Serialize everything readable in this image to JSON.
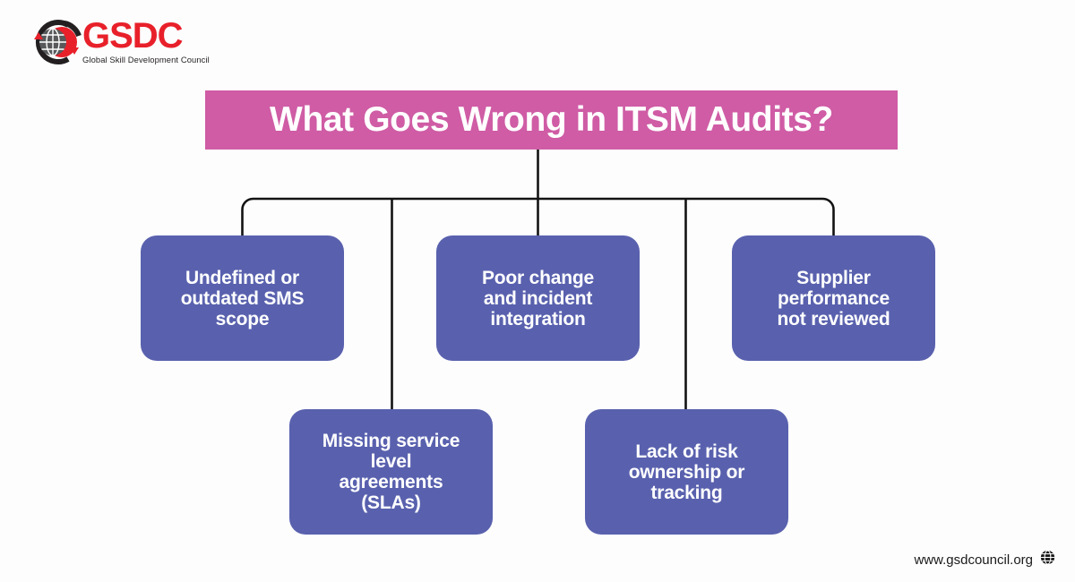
{
  "brand": {
    "logo_icon": "globe-logo-icon",
    "name": "GSDC",
    "tagline": "Global Skill Development Council",
    "logo_color": "#e8202a",
    "tagline_color": "#231f20"
  },
  "title": {
    "text": "What Goes Wrong in ITSM Audits?",
    "background_color": "#cf5ca5",
    "text_color": "#ffffff"
  },
  "diagram": {
    "type": "tree",
    "node_color": "#5961ae",
    "node_text_color": "#ffffff",
    "connector_color": "#131313",
    "nodes": [
      {
        "id": "node-0",
        "label": "Undefined or\noutdated SMS\nscope",
        "row": "top"
      },
      {
        "id": "node-1",
        "label": "Poor change\nand incident\nintegration",
        "row": "top"
      },
      {
        "id": "node-2",
        "label": "Supplier\nperformance\nnot reviewed",
        "row": "top"
      },
      {
        "id": "node-3",
        "label": "Missing service\nlevel\nagreements\n(SLAs)",
        "row": "bottom"
      },
      {
        "id": "node-4",
        "label": "Lack of risk\nownership or\ntracking",
        "row": "bottom"
      }
    ]
  },
  "footer": {
    "url": "www.gsdcouncil.org",
    "icon": "globe-icon"
  },
  "page": {
    "background_color": "#fdfdfd"
  }
}
